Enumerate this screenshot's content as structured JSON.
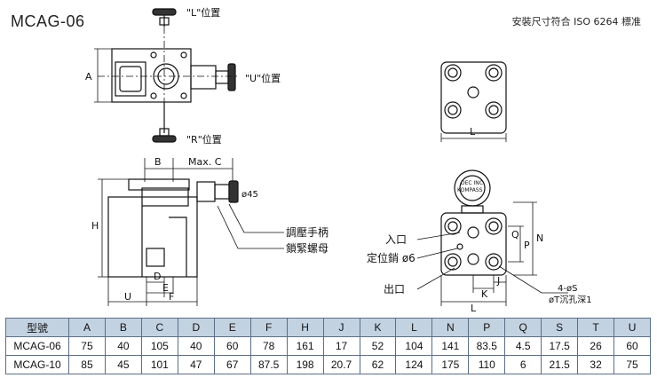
{
  "header": {
    "model": "MCAG-06",
    "standard_note": "安裝尺寸符合 ISO 6264 標准"
  },
  "drawing_labels": {
    "pos_l": "\"L\"位置",
    "pos_u": "\"U\"位置",
    "pos_r": "\"R\"位置",
    "dim_a": "A",
    "dim_b": "B",
    "dim_maxc": "Max. C",
    "dim_d": "D",
    "dim_e": "E",
    "dim_f": "F",
    "dim_h": "H",
    "dim_u": "U",
    "dim_l": "L",
    "dim_n": "N",
    "dim_p": "P",
    "dim_q": "Q",
    "dim_k": "K",
    "dim_j": "J",
    "phi45": "ø45",
    "adjust_handle": "調壓手柄",
    "lock_nut": "鎖緊螺母",
    "inlet": "入口",
    "locating_pin": "定位銷 ø6",
    "outlet": "出口",
    "bolt_holes_1": "4-øS",
    "bolt_holes_2": "øT沉孔深1",
    "knob_text_1": "DEC INC",
    "knob_text_2": "KOMPASS"
  },
  "table": {
    "headers": [
      "型號",
      "A",
      "B",
      "C",
      "D",
      "E",
      "F",
      "H",
      "J",
      "K",
      "L",
      "N",
      "P",
      "Q",
      "S",
      "T",
      "U"
    ],
    "rows": [
      [
        "MCAG-06",
        "75",
        "40",
        "105",
        "40",
        "60",
        "78",
        "161",
        "17",
        "52",
        "104",
        "141",
        "83.5",
        "4.5",
        "17.5",
        "26",
        "60"
      ],
      [
        "MCAG-10",
        "85",
        "45",
        "101",
        "47",
        "67",
        "87.5",
        "198",
        "20.7",
        "62",
        "124",
        "175",
        "110",
        "6",
        "21.5",
        "32",
        "75"
      ]
    ]
  }
}
